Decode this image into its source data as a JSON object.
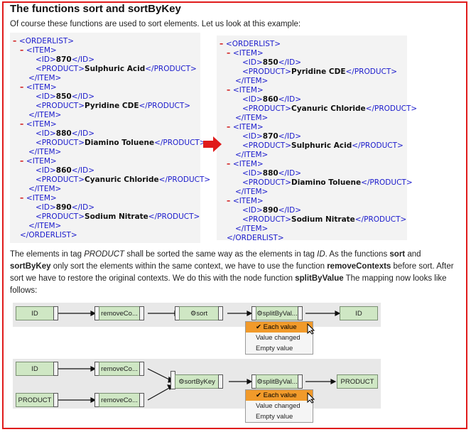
{
  "title": "The functions sort and sortByKey",
  "intro": "Of course these functions are used to sort elements. Let us look at this example:",
  "xml_left": [
    {
      "m": "–",
      "o": "<ORDERLIST>"
    },
    {
      "m": "–",
      "o": "<ITEM>"
    },
    {
      "o": "<ID>",
      "v": "870",
      "c": "</ID>"
    },
    {
      "o": "<PRODUCT>",
      "v": "Sulphuric Acid",
      "c": "</PRODUCT>"
    },
    {
      "o": "</ITEM>"
    },
    {
      "m": "–",
      "o": "<ITEM>"
    },
    {
      "o": "<ID>",
      "v": "850",
      "c": "</ID>"
    },
    {
      "o": "<PRODUCT>",
      "v": "Pyridine CDE",
      "c": "</PRODUCT>"
    },
    {
      "o": "</ITEM>"
    },
    {
      "m": "–",
      "o": "<ITEM>"
    },
    {
      "o": "<ID>",
      "v": "880",
      "c": "</ID>"
    },
    {
      "o": "<PRODUCT>",
      "v": "Diamino Toluene",
      "c": "</PRODUCT>"
    },
    {
      "o": "</ITEM>"
    },
    {
      "m": "–",
      "o": "<ITEM>"
    },
    {
      "o": "<ID>",
      "v": "860",
      "c": "</ID>"
    },
    {
      "o": "<PRODUCT>",
      "v": "Cyanuric Chloride",
      "c": "</PRODUCT>"
    },
    {
      "o": "</ITEM>"
    },
    {
      "m": "–",
      "o": "<ITEM>"
    },
    {
      "o": "<ID>",
      "v": "890",
      "c": "</ID>"
    },
    {
      "o": "<PRODUCT>",
      "v": "Sodium Nitrate",
      "c": "</PRODUCT>"
    },
    {
      "o": "</ITEM>"
    },
    {
      "o": "</ORDERLIST>"
    }
  ],
  "xml_right": [
    {
      "m": "–",
      "o": "<ORDERLIST>"
    },
    {
      "m": "–",
      "o": "<ITEM>"
    },
    {
      "o": "<ID>",
      "v": "850",
      "c": "</ID>"
    },
    {
      "o": "<PRODUCT>",
      "v": "Pyridine CDE",
      "c": "</PRODUCT>"
    },
    {
      "o": "</ITEM>"
    },
    {
      "m": "–",
      "o": "<ITEM>"
    },
    {
      "o": "<ID>",
      "v": "860",
      "c": "</ID>"
    },
    {
      "o": "<PRODUCT>",
      "v": "Cyanuric Chloride",
      "c": "</PRODUCT>"
    },
    {
      "o": "</ITEM>"
    },
    {
      "m": "–",
      "o": "<ITEM>"
    },
    {
      "o": "<ID>",
      "v": "870",
      "c": "</ID>"
    },
    {
      "o": "<PRODUCT>",
      "v": "Sulphuric Acid",
      "c": "</PRODUCT>"
    },
    {
      "o": "</ITEM>"
    },
    {
      "m": "–",
      "o": "<ITEM>"
    },
    {
      "o": "<ID>",
      "v": "880",
      "c": "</ID>"
    },
    {
      "o": "<PRODUCT>",
      "v": "Diamino Toluene",
      "c": "</PRODUCT>"
    },
    {
      "o": "</ITEM>"
    },
    {
      "m": "–",
      "o": "<ITEM>"
    },
    {
      "o": "<ID>",
      "v": "890",
      "c": "</ID>"
    },
    {
      "o": "<PRODUCT>",
      "v": "Sodium Nitrate",
      "c": "</PRODUCT>"
    },
    {
      "o": "</ITEM>"
    },
    {
      "o": "</ORDERLIST>"
    }
  ],
  "para2": [
    {
      "t": "The elements in tag "
    },
    {
      "t": "PRODUCT",
      "s": "i"
    },
    {
      "t": " shall be sorted the same way as the elements in tag "
    },
    {
      "t": "ID",
      "s": "i"
    },
    {
      "t": ". As the functions "
    },
    {
      "t": "sort",
      "s": "b"
    },
    {
      "t": " and "
    },
    {
      "t": "sortByKey",
      "s": "b"
    },
    {
      "t": " only sort the elements within the same context, we have to use the function "
    },
    {
      "t": "removeContexts",
      "s": "b"
    },
    {
      "t": " before sort. After sort we have to restore the original contexts. We do this with the node function "
    },
    {
      "t": "splitByValue",
      "s": "b"
    },
    {
      "t": " The mapping now looks like follows:"
    }
  ],
  "diagram1": {
    "nodes": [
      "ID",
      "removeCo...",
      "sort",
      "splitByVal...",
      "ID"
    ],
    "menu": [
      "Each value",
      "Value changed",
      "Empty value"
    ]
  },
  "diagram2": {
    "nodes": [
      "ID",
      "removeCo...",
      "PRODUCT",
      "removeCo...",
      "sortByKey",
      "splitByVal...",
      "PRODUCT"
    ],
    "menu": [
      "Each value",
      "Value changed",
      "Empty value"
    ]
  },
  "colors": {
    "border": "#e01b1b",
    "tag": "#1a1acc",
    "node": "#cfe7c4",
    "selected": "#f19a2a"
  }
}
